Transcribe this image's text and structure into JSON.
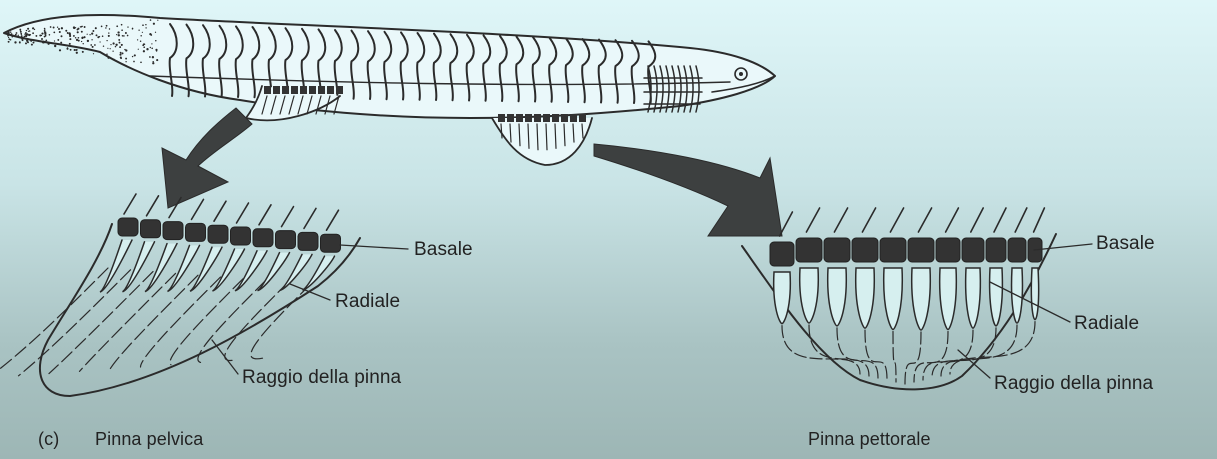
{
  "figure": {
    "panel_letter": "(c)",
    "left_fin": {
      "title": "Pinna pelvica",
      "labels": {
        "basal": "Basale",
        "radial": "Radiale",
        "ray": "Raggio della pinna"
      }
    },
    "right_fin": {
      "title": "Pinna pettorale",
      "labels": {
        "basal": "Basale",
        "radial": "Radiale",
        "ray": "Raggio della pinna"
      }
    },
    "colors": {
      "background_top": "#dff6f8",
      "background_bottom": "#9db6b5",
      "ink": "#2b2b2b",
      "bone_fill": "#333333",
      "arrow_fill": "#3d4040",
      "fish_fill": "#eaf8fa"
    },
    "icons": [
      "fish-illustration",
      "pelvic-fin-arrow",
      "pectoral-fin-arrow"
    ]
  }
}
